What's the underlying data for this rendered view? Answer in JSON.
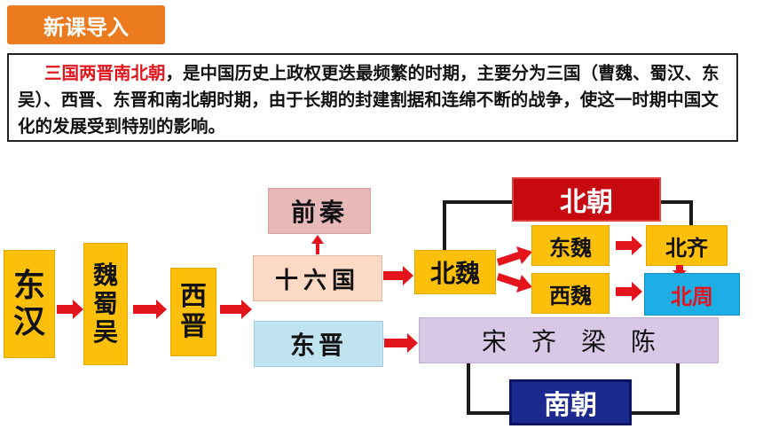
{
  "header": {
    "title": "新课导入"
  },
  "intro": {
    "highlight": "三国两晋南北朝",
    "text": "，是中国历史上政权更迭最频繁的时期，主要分为三国（曹魏、蜀汉、东吴）、西晋、东晋和南北朝时期，由于长期的封建割据和连绵不断的战争，使这一时期中国文化的发展受到特别的影响。"
  },
  "diagram": {
    "donghan": [
      "东",
      "汉"
    ],
    "weishuwu": [
      "魏",
      "蜀",
      "吴"
    ],
    "xijin": [
      "西",
      "晋"
    ],
    "qianqin": "前秦",
    "shiliuguo": "十六国",
    "dongjin": "东晋",
    "beiwei": "北魏",
    "dongwei": "东魏",
    "xiwei": "西魏",
    "beiqi": "北齐",
    "beizhou": "北周",
    "southern": "宋　齐　梁　陈",
    "beichao": "北朝",
    "nanchao": "南朝"
  },
  "colors": {
    "accent_orange": "#ec7a1f",
    "arrow_red": "#e3141b",
    "box_yellow": "#fcbf0a",
    "beichao_red": "#c60a10",
    "nanchao_blue": "#1c2a8f",
    "beizhou_blue": "#1eaee6"
  }
}
